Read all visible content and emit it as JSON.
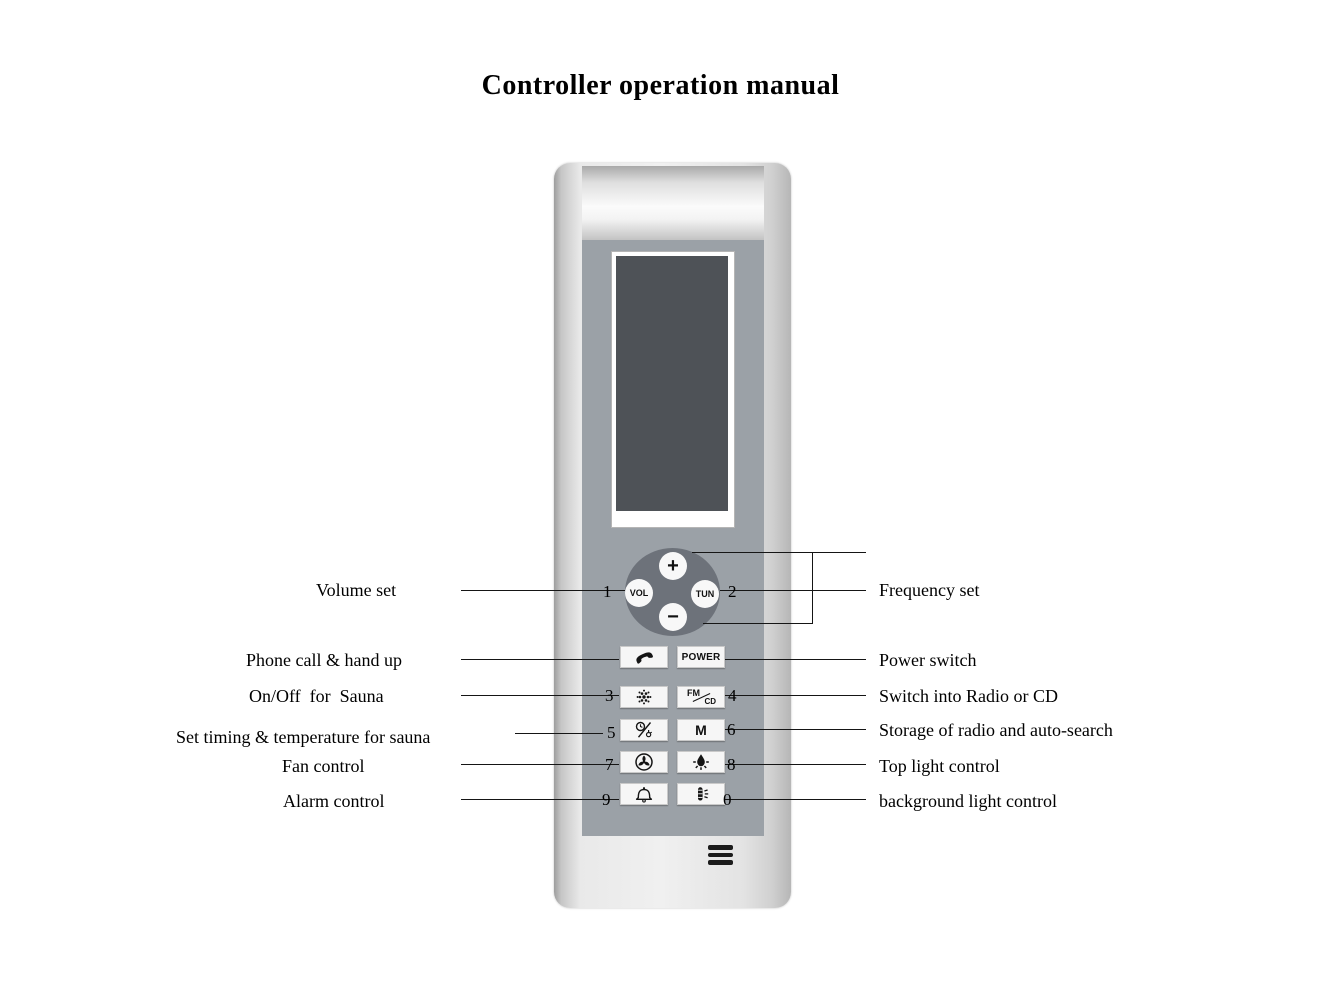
{
  "title": "Controller operation manual",
  "device": {
    "dpad": {
      "plus": "+",
      "minus": "−",
      "vol": "VOL",
      "tun": "TUN"
    },
    "power": "POWER",
    "fm": "FM",
    "cd": "CD",
    "memory": "M",
    "icons": {
      "phone": "phone-handset-icon",
      "sauna": "sauna-steam-icon",
      "timer": "timer-temperature-icon",
      "fan": "fan-icon",
      "top_light": "top-light-icon",
      "alarm": "alarm-bell-icon",
      "background_light": "background-light-icon",
      "speaker": "speaker-grille"
    }
  },
  "annotations": {
    "left": [
      {
        "num": "1",
        "label": "Volume set"
      },
      {
        "num": "",
        "label": "Phone call & hand up"
      },
      {
        "num": "3",
        "label": "On/Off  for  Sauna"
      },
      {
        "num": "5",
        "label": "Set timing & temperature for sauna"
      },
      {
        "num": "7",
        "label": "Fan control"
      },
      {
        "num": "9",
        "label": "Alarm control"
      }
    ],
    "right": [
      {
        "num": "2",
        "label": "Frequency set"
      },
      {
        "num": "",
        "label": "Power switch"
      },
      {
        "num": "4",
        "label": "Switch into Radio or CD"
      },
      {
        "num": "6",
        "label": "Storage of radio and auto-search"
      },
      {
        "num": "8",
        "label": "Top light control"
      },
      {
        "num": "0",
        "label": "background light control"
      }
    ],
    "colors": {
      "line": "#151515",
      "panel": "#9ba1a7",
      "screen": "#4e5257"
    }
  }
}
